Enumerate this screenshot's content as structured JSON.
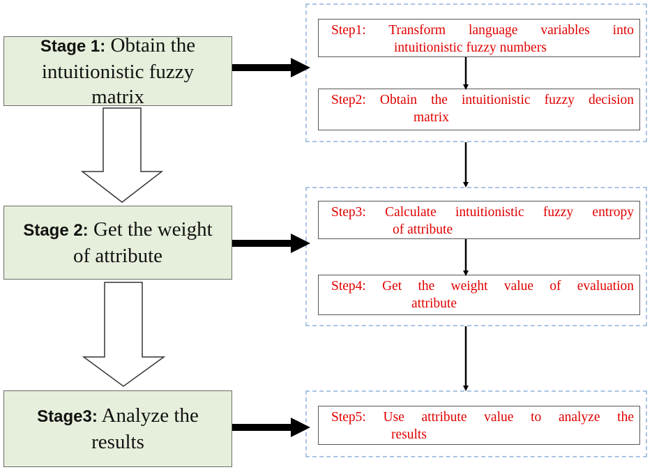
{
  "colors": {
    "stage_fill": "#e6efdb",
    "stage_border": "#6b6b6b",
    "step_text": "#e00000",
    "dashed_border": "#a9c4e4",
    "arrow": "#000000"
  },
  "stages": [
    {
      "id": "stage-1",
      "prefix": "Stage 1:",
      "line1": " Obtain the",
      "line2": "intuitionistic fuzzy",
      "line3": "matrix"
    },
    {
      "id": "stage-2",
      "prefix": "Stage 2:",
      "line1": " Get the weight",
      "line2": "of  attribute",
      "line3": ""
    },
    {
      "id": "stage-3",
      "prefix": "Stage3:",
      "line1": " Analyze the",
      "line2": "results",
      "line3": ""
    }
  ],
  "steps": [
    {
      "id": "step-1",
      "line1": "Step1:  Transform  language  variables  into",
      "line2": "intuitionistic fuzzy numbers"
    },
    {
      "id": "step-2",
      "line1": "Step2: Obtain the intuitionistic fuzzy decision",
      "line2": "matrix"
    },
    {
      "id": "step-3",
      "line1": "Step3:  Calculate  intuitionistic  fuzzy  entropy",
      "line2": "of  attribute"
    },
    {
      "id": "step-4",
      "line1": "Step4:  Get  the  weight  value  of  evaluation",
      "line2": "attribute"
    },
    {
      "id": "step-5",
      "line1": "Step5:  Use  attribute  value  to  analyze  the",
      "line2": "results"
    }
  ]
}
